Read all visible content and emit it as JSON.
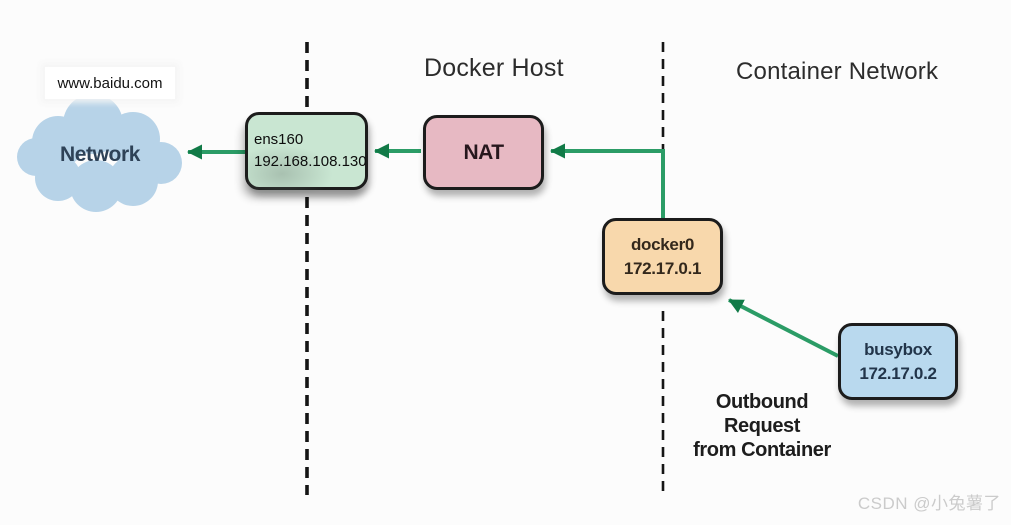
{
  "titles": {
    "docker_host": "Docker Host",
    "container_network": "Container Network"
  },
  "cloud": {
    "label": "Network",
    "caption": "www.baidu.com",
    "fill": "#b7d3e8",
    "label_color": "#2e4257"
  },
  "nodes": {
    "ens160": {
      "line1": "ens160",
      "line2": "192.168.108.130",
      "fill": "#c9e6d2"
    },
    "nat": {
      "line1": "NAT",
      "fill": "#e7b9c3"
    },
    "docker0": {
      "line1": "docker0",
      "line2": "172.17.0.1",
      "fill": "#f8d8ac"
    },
    "busybox": {
      "line1": "busybox",
      "line2": "172.17.0.2",
      "fill": "#b9d9ee"
    }
  },
  "annotation": {
    "line1": "Outbound",
    "line2": "Request",
    "line3": "from Container"
  },
  "watermark": {
    "text": "CSDN @小兔薯了",
    "color": "#cbcbcb"
  },
  "colors": {
    "arrow": "#2b9c66",
    "arrow_head": "#117a47",
    "dashed_line": "#151515",
    "node_border": "#1c1c1c"
  }
}
